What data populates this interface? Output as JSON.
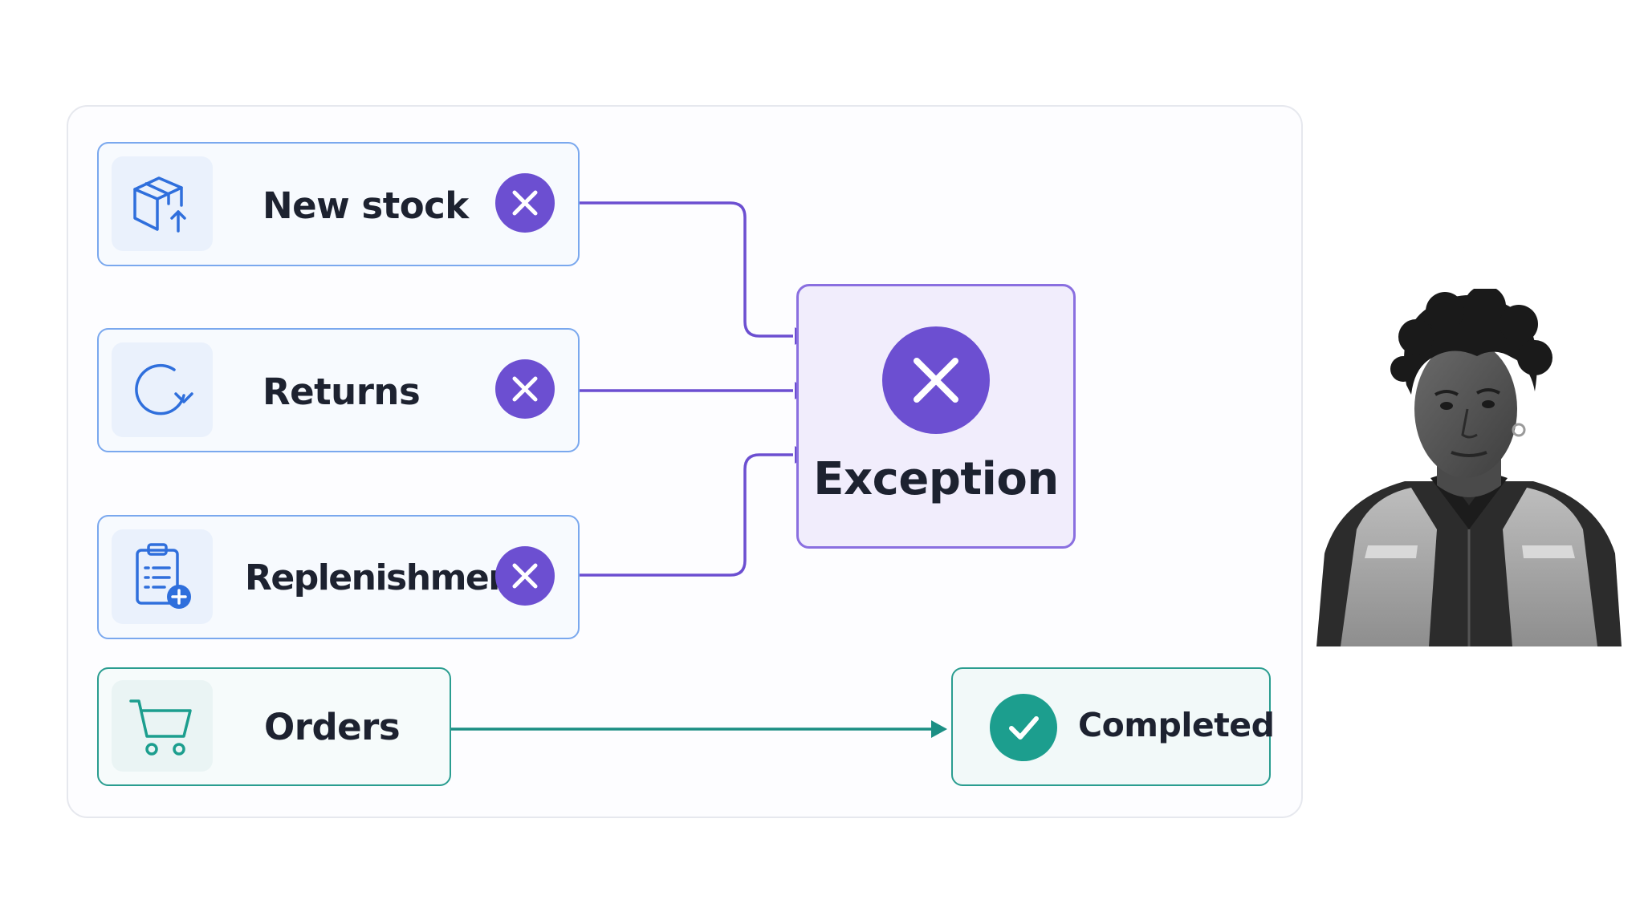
{
  "nodes": {
    "new_stock": {
      "label": "New stock",
      "icon": "box-upload-icon",
      "status": "error"
    },
    "returns": {
      "label": "Returns",
      "icon": "refresh-icon",
      "status": "error"
    },
    "replenishment": {
      "label": "Replenishment",
      "icon": "clipboard-add-icon",
      "status": "error"
    },
    "orders": {
      "label": "Orders",
      "icon": "cart-icon",
      "status": "ok"
    }
  },
  "outcomes": {
    "exception": {
      "label": "Exception",
      "icon": "x-icon"
    },
    "completed": {
      "label": "Completed",
      "icon": "check-icon"
    }
  },
  "colors": {
    "error_accent": "#6c4fd1",
    "success_accent": "#1c9e8e",
    "input_border": "#7aa8ee",
    "input_icon": "#2f6fdc"
  },
  "image": {
    "description": "grayscale portrait of a woman wearing a reflective safety vest"
  }
}
